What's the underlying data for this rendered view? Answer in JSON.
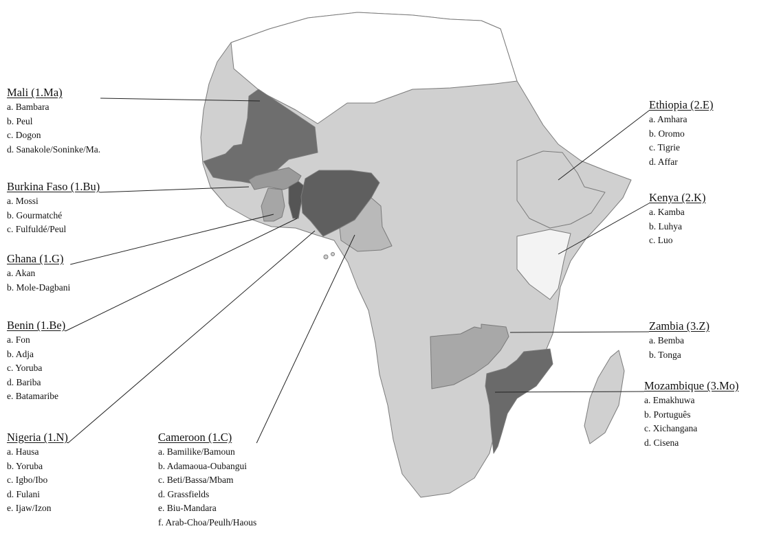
{
  "map_data": {
    "regions": [
      {
        "id": "mali",
        "title": "Mali (1.Ma)",
        "shade": "#6e6e6e",
        "items": [
          "a. Bambara",
          "b. Peul",
          "c. Dogon",
          "d. Sanakole/Soninke/Ma."
        ]
      },
      {
        "id": "burkina",
        "title": "Burkina Faso (1.Bu)",
        "shade": "#9a9a9a",
        "items": [
          "a. Mossi",
          "b. Gourmatché",
          "c. Fulfuldé/Peul"
        ]
      },
      {
        "id": "ghana",
        "title": "Ghana (1.G)",
        "shade": "#a6a6a6",
        "items": [
          "a. Akan",
          "b. Mole-Dagbani"
        ]
      },
      {
        "id": "benin",
        "title": "Benin (1.Be)",
        "shade": "#555555",
        "items": [
          "a. Fon",
          "b. Adja",
          "c. Yoruba",
          "d. Bariba",
          "e. Batamaribe"
        ]
      },
      {
        "id": "nigeria",
        "title": "Nigeria (1.N)",
        "shade": "#5f5f5f",
        "items": [
          "a. Hausa",
          "b. Yoruba",
          "c. Igbo/Ibo",
          "d. Fulani",
          "e. Ijaw/Izon"
        ]
      },
      {
        "id": "cameroon",
        "title": "Cameroon (1.C)",
        "shade": "#b9b9b9",
        "items": [
          "a. Bamilike/Bamoun",
          "b. Adamaoua-Oubangui",
          "c. Beti/Bassa/Mbam",
          "d. Grassfields",
          "e. Biu-Mandara",
          "f. Arab-Choa/Peulh/Haous"
        ]
      },
      {
        "id": "ethiopia",
        "title": "Ethiopia (2.E)",
        "shade": "#d0d0d0",
        "items": [
          "a. Amhara",
          "b. Oromo",
          "c. Tigrie",
          "d. Affar"
        ]
      },
      {
        "id": "kenya",
        "title": "Kenya (2.K)",
        "shade": "#f3f3f3",
        "items": [
          "a. Kamba",
          "b. Luhya",
          "c. Luo"
        ]
      },
      {
        "id": "zambia",
        "title": "Zambia (3.Z)",
        "shade": "#a8a8a8",
        "items": [
          "a. Bemba",
          "b. Tonga"
        ]
      },
      {
        "id": "mozambique",
        "title": "Mozambique (3.Mo)",
        "shade": "#6a6a6a",
        "items": [
          "a. Emakhuwa",
          "b. Português",
          "c. Xichangana",
          "d. Cisena"
        ]
      }
    ],
    "colors": {
      "base_country": "#d0d0d0",
      "north_africa": "#ffffff",
      "border": "#7a7a7a",
      "leader_line": "#222222"
    }
  }
}
